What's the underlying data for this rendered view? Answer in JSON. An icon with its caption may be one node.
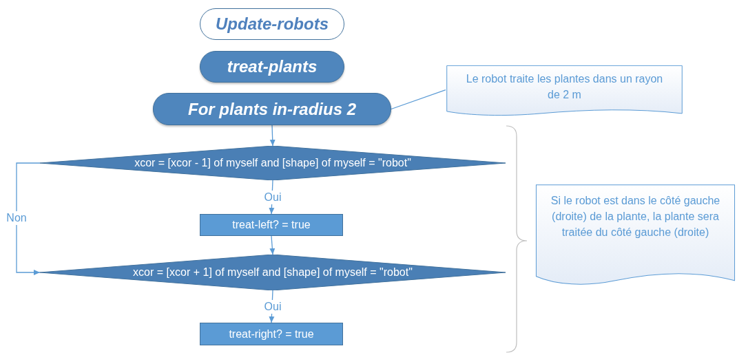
{
  "diagram": {
    "nodes": [
      {
        "text": [
          "Update-robots"
        ]
      },
      {
        "text": [
          "treat-plants"
        ]
      },
      {
        "text": [
          "For plants in-radius 2"
        ]
      },
      {
        "text": [
          "Le robot traite les plantes dans un rayon de 2 m"
        ]
      },
      {
        "text": [
          "xcor = [xcor - 1] of myself and [shape] of myself = \"robot\""
        ]
      },
      {
        "text": [
          "treat-left? = true"
        ]
      },
      {
        "text": [
          "xcor = [xcor + 1] of myself and [shape] of myself = \"robot\""
        ]
      },
      {
        "text": [
          "treat-right? = true"
        ]
      },
      {
        "text": [
          "Si le robot est dans le côté gauche (droite) de la plante, la plante sera traitée du côté gauche (droite)"
        ]
      }
    ],
    "edges": [
      {
        "from": 2,
        "to": 3,
        "arrow": "none"
      },
      {
        "from": 2,
        "to": 4,
        "arrow": "to"
      },
      {
        "from": 4,
        "to": 5,
        "arrow": "to",
        "label": "Oui"
      },
      {
        "from": 5,
        "to": 6,
        "arrow": "to"
      },
      {
        "from": 4,
        "to": 6,
        "arrow": "to",
        "label": "Non"
      },
      {
        "from": 6,
        "to": 7,
        "arrow": "to",
        "label": "Oui"
      }
    ]
  }
}
